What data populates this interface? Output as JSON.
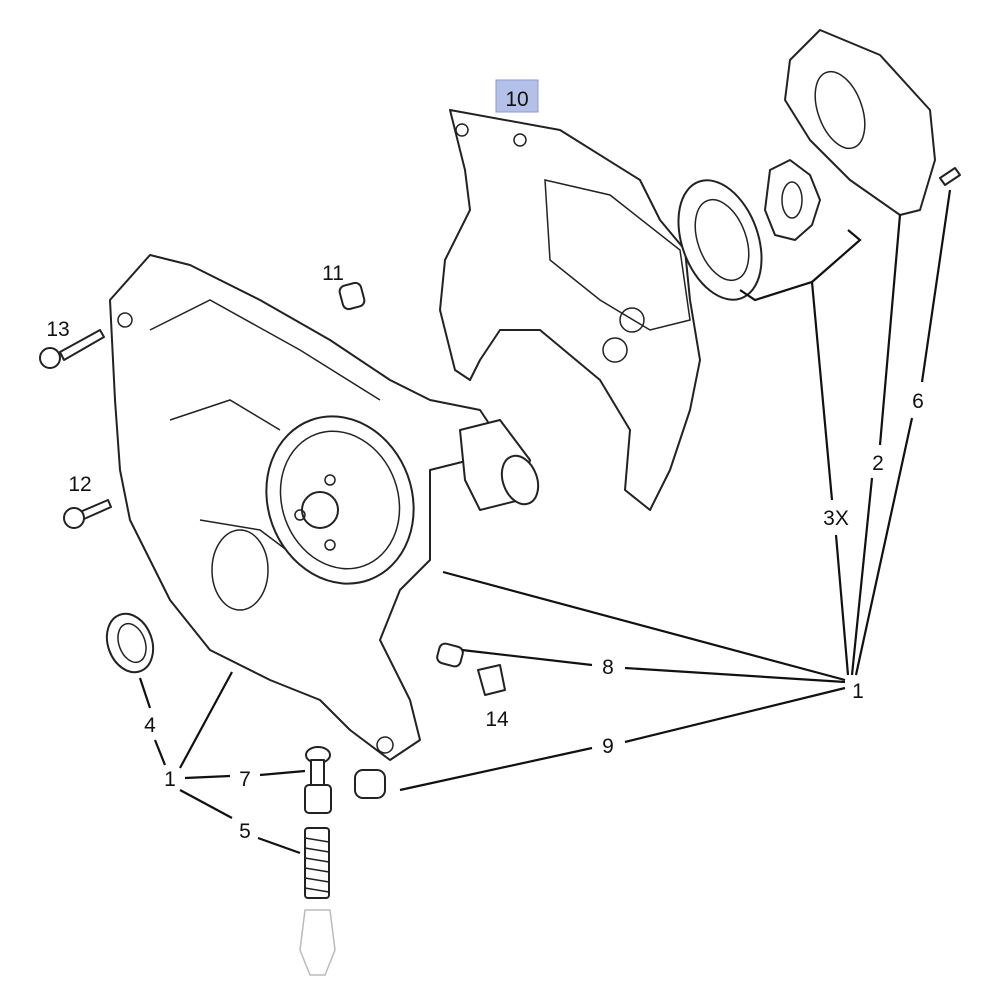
{
  "diagram": {
    "title": "Timing cover / oil pump exploded view",
    "highlight_color": "#b4c0e8",
    "callouts": {
      "c10": "10",
      "c11": "11",
      "c13": "13",
      "c12": "12",
      "c4": "4",
      "c1_left": "1",
      "c7": "7",
      "c5": "5",
      "c8": "8",
      "c14": "14",
      "c9": "9",
      "c1_right": "1",
      "c3x": "3X",
      "c2": "2",
      "c6": "6"
    }
  }
}
